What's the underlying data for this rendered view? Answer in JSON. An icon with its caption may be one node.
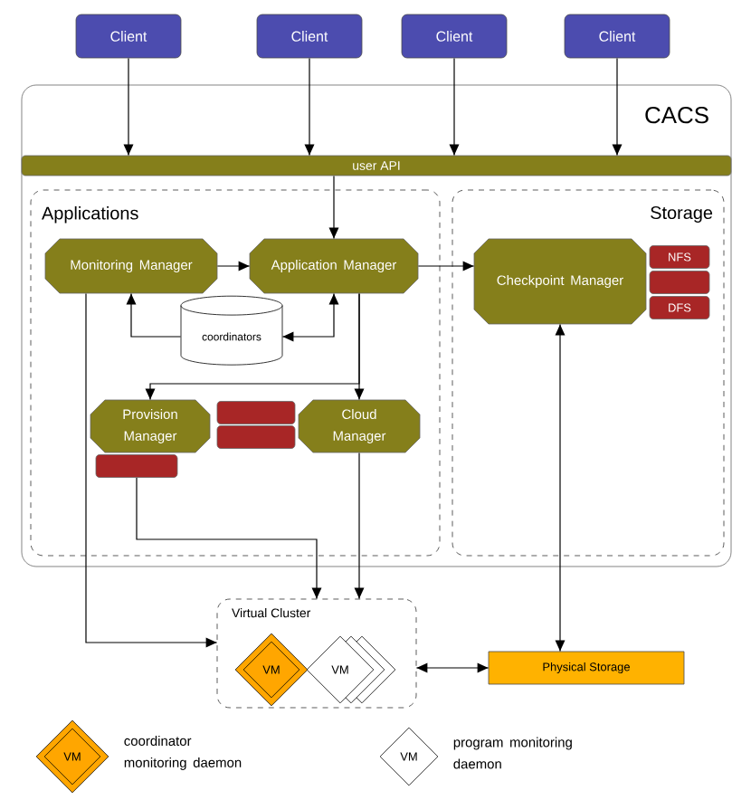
{
  "diagram": {
    "nodes": [
      {
        "text": [
          "Client"
        ]
      },
      {
        "text": [
          "Client"
        ]
      },
      {
        "text": [
          "Client"
        ]
      },
      {
        "text": [
          "Client"
        ]
      },
      {
        "text": [
          "CACS"
        ]
      },
      {
        "text": [
          "user API"
        ],
        "in": 4
      },
      {
        "text": [
          "Applications"
        ],
        "in": 4
      },
      {
        "text": [
          "Storage"
        ],
        "in": 4
      },
      {
        "text": [
          "Monitoring Manager"
        ],
        "in": 6
      },
      {
        "text": [
          "Application Manager"
        ],
        "in": 6
      },
      {
        "text": [
          "Checkpoint Manager"
        ],
        "in": 7
      },
      {
        "text": [
          "NFS"
        ],
        "in": 7
      },
      {
        "text": [],
        "shape": "box",
        "in": 7
      },
      {
        "text": [
          "DFS"
        ],
        "in": 7
      },
      {
        "text": [
          "coordinators"
        ],
        "in": 6
      },
      {
        "text": [
          "Provision Manager"
        ],
        "in": 6
      },
      {
        "text": [],
        "shape": "box",
        "in": 6
      },
      {
        "text": [],
        "shape": "box",
        "in": 6
      },
      {
        "text": [],
        "shape": "box",
        "in": 6
      },
      {
        "text": [
          "Cloud Manager"
        ],
        "in": 6
      },
      {
        "text": [
          "Virtual Cluster"
        ]
      },
      {
        "text": [
          "VM"
        ],
        "in": 20
      },
      {
        "text": [
          "VM"
        ],
        "in": 20
      },
      {
        "text": [
          "Physical Storage"
        ]
      },
      {
        "text": [
          "VM"
        ],
        "beside": [
          "coordinator monitoring daemon"
        ]
      },
      {
        "text": [
          "VM"
        ],
        "beside": [
          "program monitoring daemon"
        ]
      }
    ],
    "edges": [
      {
        "from": 0,
        "to": 5,
        "arrow": "to"
      },
      {
        "from": 1,
        "to": 5,
        "arrow": "to"
      },
      {
        "from": 2,
        "to": 5,
        "arrow": "to"
      },
      {
        "from": 3,
        "to": 5,
        "arrow": "to"
      },
      {
        "from": 5,
        "to": 9,
        "arrow": "to"
      },
      {
        "from": 8,
        "to": 9,
        "arrow": "to"
      },
      {
        "from": 9,
        "to": 10,
        "arrow": "to"
      },
      {
        "from": 14,
        "to": 8,
        "arrow": "to"
      },
      {
        "from": 14,
        "to": 9,
        "arrow": "both"
      },
      {
        "from": 9,
        "to": 15,
        "arrow": "to"
      },
      {
        "from": 9,
        "to": 19,
        "arrow": "to"
      },
      {
        "from": 8,
        "to": 20,
        "arrow": "to"
      },
      {
        "from": 16,
        "to": 20,
        "arrow": "to"
      },
      {
        "from": 19,
        "to": 20,
        "arrow": "to"
      },
      {
        "from": 10,
        "to": 23,
        "arrow": "both"
      },
      {
        "from": 20,
        "to": 23,
        "arrow": "both"
      }
    ]
  }
}
